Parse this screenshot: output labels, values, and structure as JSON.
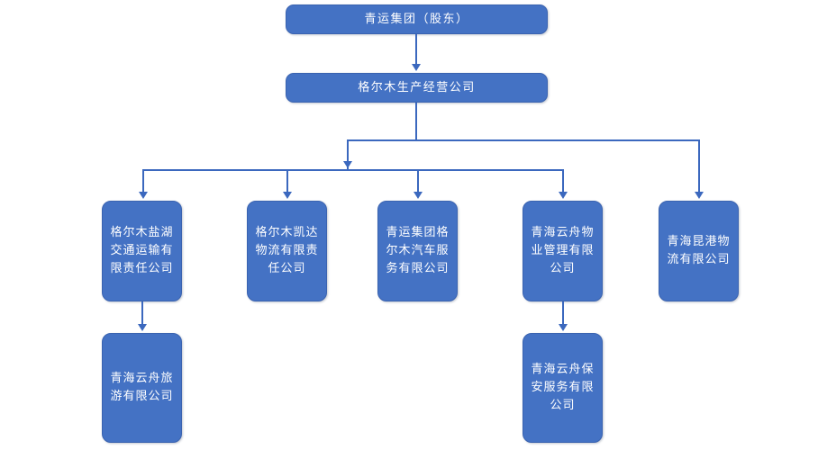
{
  "diagram": {
    "title": "",
    "type": "org-chart",
    "colors": {
      "node_fill": "#4472C4",
      "node_border": "#3a63b0",
      "connector": "#3B68BE",
      "node_text": "#FFFFFF",
      "background": "#FFFFFF"
    },
    "levels": {
      "level_1": "shareholder",
      "level_2": "operating-company",
      "level_3": "subsidiaries",
      "level_4": "sub-subsidiaries"
    },
    "nodes": {
      "shareholder": {
        "label": "青运集团（股东）"
      },
      "operating": {
        "label": "格尔木生产经营公司"
      },
      "subsidiaries": [
        {
          "label": "格尔木盐湖交通运输有限责任公司"
        },
        {
          "label": "格尔木凯达物流有限责任公司"
        },
        {
          "label": "青运集团格尔木汽车服务有限公司"
        },
        {
          "label": "青海云舟物业管理有限公司"
        },
        {
          "label": "青海昆港物流有限公司"
        }
      ],
      "sub_subsidiaries": [
        {
          "label": "青海云舟旅游有限公司"
        },
        {
          "label": "青海云舟保安服务有限公司"
        }
      ]
    }
  }
}
